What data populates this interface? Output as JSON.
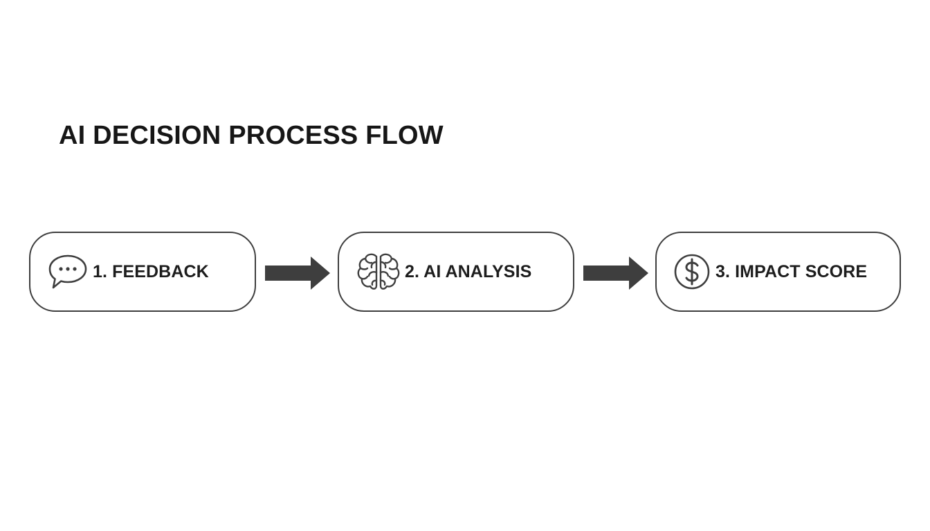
{
  "title": "AI DECISION PROCESS FLOW",
  "steps": [
    {
      "label": "1. FEEDBACK",
      "icon": "speech-bubble-icon"
    },
    {
      "label": "2. AI ANALYSIS",
      "icon": "brain-icon"
    },
    {
      "label": "3. IMPACT SCORE",
      "icon": "dollar-coin-icon"
    }
  ],
  "colors": {
    "stroke": "#3e3e3e",
    "text": "#1d1d1d",
    "arrow": "#3e3e3e",
    "background": "#ffffff"
  }
}
